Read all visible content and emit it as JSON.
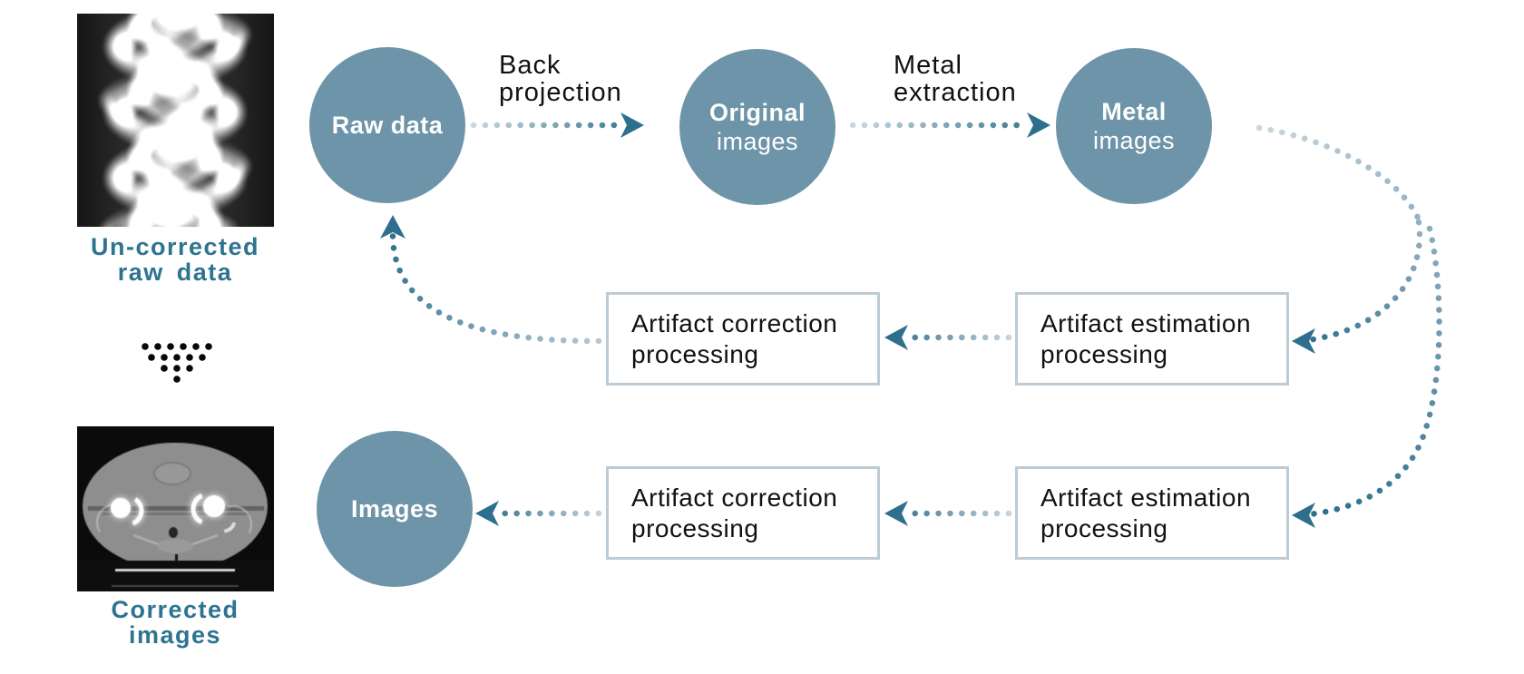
{
  "palette": {
    "node_fill": "#6d94a8",
    "accent_dark": "#2e6f8d",
    "dot_light": "#c6d4dd",
    "box_border": "#bccbd6",
    "caption_text": "#2e7490",
    "label_text": "#111111",
    "background": "#ffffff"
  },
  "icons": {
    "arrowhead": "notched-chevron",
    "transition": "dotted-triangle-down"
  },
  "left_column": {
    "uncorrected": {
      "image": "sinogram-raw-data",
      "caption1": "Un-corrected",
      "caption2": "raw data"
    },
    "corrected": {
      "image": "ct-axial-corrected",
      "caption1": "Corrected",
      "caption2": "images"
    }
  },
  "nodes": {
    "raw_data": {
      "line1": "Raw data"
    },
    "original_images": {
      "line1": "Original",
      "line2": "images"
    },
    "metal_images": {
      "line1": "Metal",
      "line2": "images"
    },
    "images": {
      "line1": "Images"
    }
  },
  "edge_labels": {
    "back_projection": {
      "line1": "Back",
      "line2": "projection"
    },
    "metal_extraction": {
      "line1": "Metal",
      "line2": "extraction"
    }
  },
  "process_boxes": {
    "row1_correction": {
      "line1": "Artifact correction",
      "line2": "processing"
    },
    "row1_estimation": {
      "line1": "Artifact estimation",
      "line2": "processing"
    },
    "row2_correction": {
      "line1": "Artifact correction",
      "line2": "processing"
    },
    "row2_estimation": {
      "line1": "Artifact estimation",
      "line2": "processing"
    }
  }
}
